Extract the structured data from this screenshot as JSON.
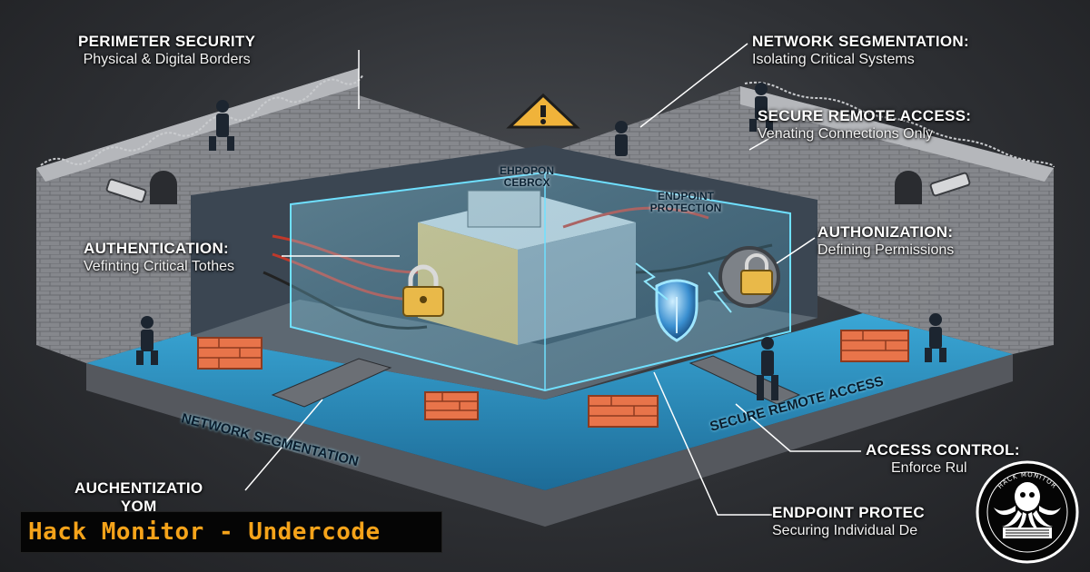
{
  "labels": {
    "perimeter": {
      "title": "PERIMETER SECURITY",
      "subtitle": "Physical & Digital Borders"
    },
    "network_seg": {
      "title": "NETWORK SEGMENTATION:",
      "subtitle": "Isolating Critical Systems"
    },
    "remote_access": {
      "title": "SECURE REMOTE ACCESS:",
      "subtitle": "Venating Connections Only"
    },
    "authorization": {
      "title": "AUTHONIZATION:",
      "subtitle": "Defining Permissions"
    },
    "authentication": {
      "title": "AUTHENTICATION:",
      "subtitle": "Vefinting Critical Tothes"
    },
    "access_control": {
      "title": "ACCESS CONTROL:",
      "subtitle": "Enforce Rul"
    },
    "endpoint": {
      "title": "ENDPOINT PROTEC",
      "subtitle": "Securing Individual De"
    },
    "auchentizatio": {
      "title": "AUCHENTIZATIO",
      "subtitle": "YOM"
    }
  },
  "inner_labels": {
    "top": "EHPOPON\nCEBRCX",
    "endpoint": "ENDPOINT\nPROTECTION"
  },
  "floor_labels": {
    "left": "NETWORK SEGMENTATION",
    "right": "SECURE REMOTE ACCESS"
  },
  "brand": {
    "text": "Hack Monitor - Undercode"
  },
  "logo": {
    "ring_text": "HACK MONITOR"
  },
  "colors": {
    "water": "#2f8fc0",
    "glass": "#5fd3ff",
    "brick": "#e8744a",
    "brand_text": "#f5a31a",
    "wall": "#8e9096"
  }
}
